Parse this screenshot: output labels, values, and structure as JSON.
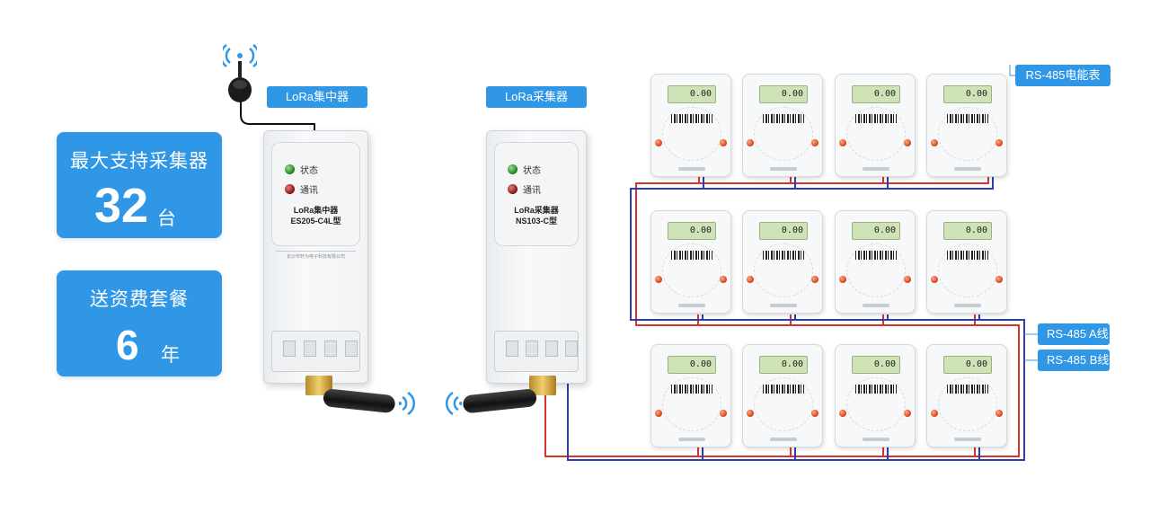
{
  "cards": {
    "max_collectors": {
      "title": "最大支持采集器",
      "value": "32",
      "unit": "台"
    },
    "free_plan": {
      "title": "送资费套餐",
      "value": "6",
      "unit": "年"
    }
  },
  "tags": {
    "concentrator": "LoRa集中器",
    "collector": "LoRa采集器",
    "meter": "RS-485电能表",
    "line_a": "RS-485 A线",
    "line_b": "RS-485 B线"
  },
  "concentrator": {
    "led_status": "状态",
    "led_comm": "通讯",
    "name": "LoRa集中器",
    "model": "ES205-C4L型",
    "company": "长沙市轩为电子科技有限公司"
  },
  "collector": {
    "led_status": "状态",
    "led_comm": "通讯",
    "name": "LoRa采集器",
    "model": "NS103-C型"
  },
  "meters": {
    "reading": "0.00"
  },
  "colors": {
    "accent": "#2f97e6",
    "wire_a": "#d9342b",
    "wire_b": "#2b3fb0"
  },
  "icons": [
    "antenna-icon",
    "wireless-signal-icon"
  ]
}
